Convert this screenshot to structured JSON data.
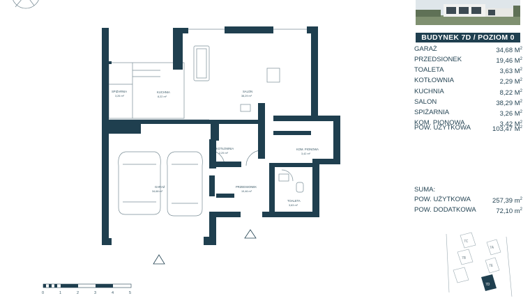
{
  "panel": {
    "title": "BUDYNEK 7D / POZIOM 0",
    "rooms": [
      {
        "name": "GARAŻ",
        "area": "34,68 m"
      },
      {
        "name": "PRZEDSIONEK",
        "area": "19,46 m"
      },
      {
        "name": "TOALETA",
        "area": "3,63 m"
      },
      {
        "name": "KOTŁOWNIA",
        "area": "2,29 m"
      },
      {
        "name": "KUCHNIA",
        "area": "8,22 m"
      },
      {
        "name": "SALON",
        "area": "38,29 m"
      },
      {
        "name": "SPIŻARNIA",
        "area": "3,26 m"
      },
      {
        "name": "KOM. PIONOWA",
        "area": "3,42 m"
      }
    ],
    "usable": {
      "name": "POW. UŻYTKOWA",
      "area": "103,47 m"
    },
    "unit_sup": "2",
    "sum_label": "SUMA:",
    "sums": [
      {
        "name": "POW. UŻYTKOWA",
        "area": "257,39 m"
      },
      {
        "name": "POW. DODATKOWA",
        "area": "72,10 m"
      }
    ]
  },
  "plan": {
    "labels": {
      "spizarnia": "SPIŻARNIA",
      "spizarnia_area": "3,26 m²",
      "kuchnia": "KUCHNIA",
      "kuchnia_area": "8,22 m²",
      "salon": "SALON",
      "salon_area": "38,29 m²",
      "kotlownia": "KOTŁOWNIA",
      "kotlownia_area": "2,29 m²",
      "kom": "KOM. PIONOWA",
      "kom_area": "3,42 m²",
      "garaz": "GARAŻ",
      "garaz_area": "34,68 m²",
      "przedsionek": "PRZEDSIONEK",
      "przedsionek_area": "19,46 m²",
      "toaleta": "TOALETA",
      "toaleta_area": "3,63 m²"
    },
    "scale_ticks": [
      "0",
      "1",
      "2",
      "3",
      "4",
      "5"
    ]
  },
  "keyplan": {
    "labels": [
      "7C",
      "7A",
      "7B",
      "7E",
      "7D"
    ]
  },
  "colors": {
    "wall": "#1f3f4f",
    "accent": "#1f3f4f"
  }
}
